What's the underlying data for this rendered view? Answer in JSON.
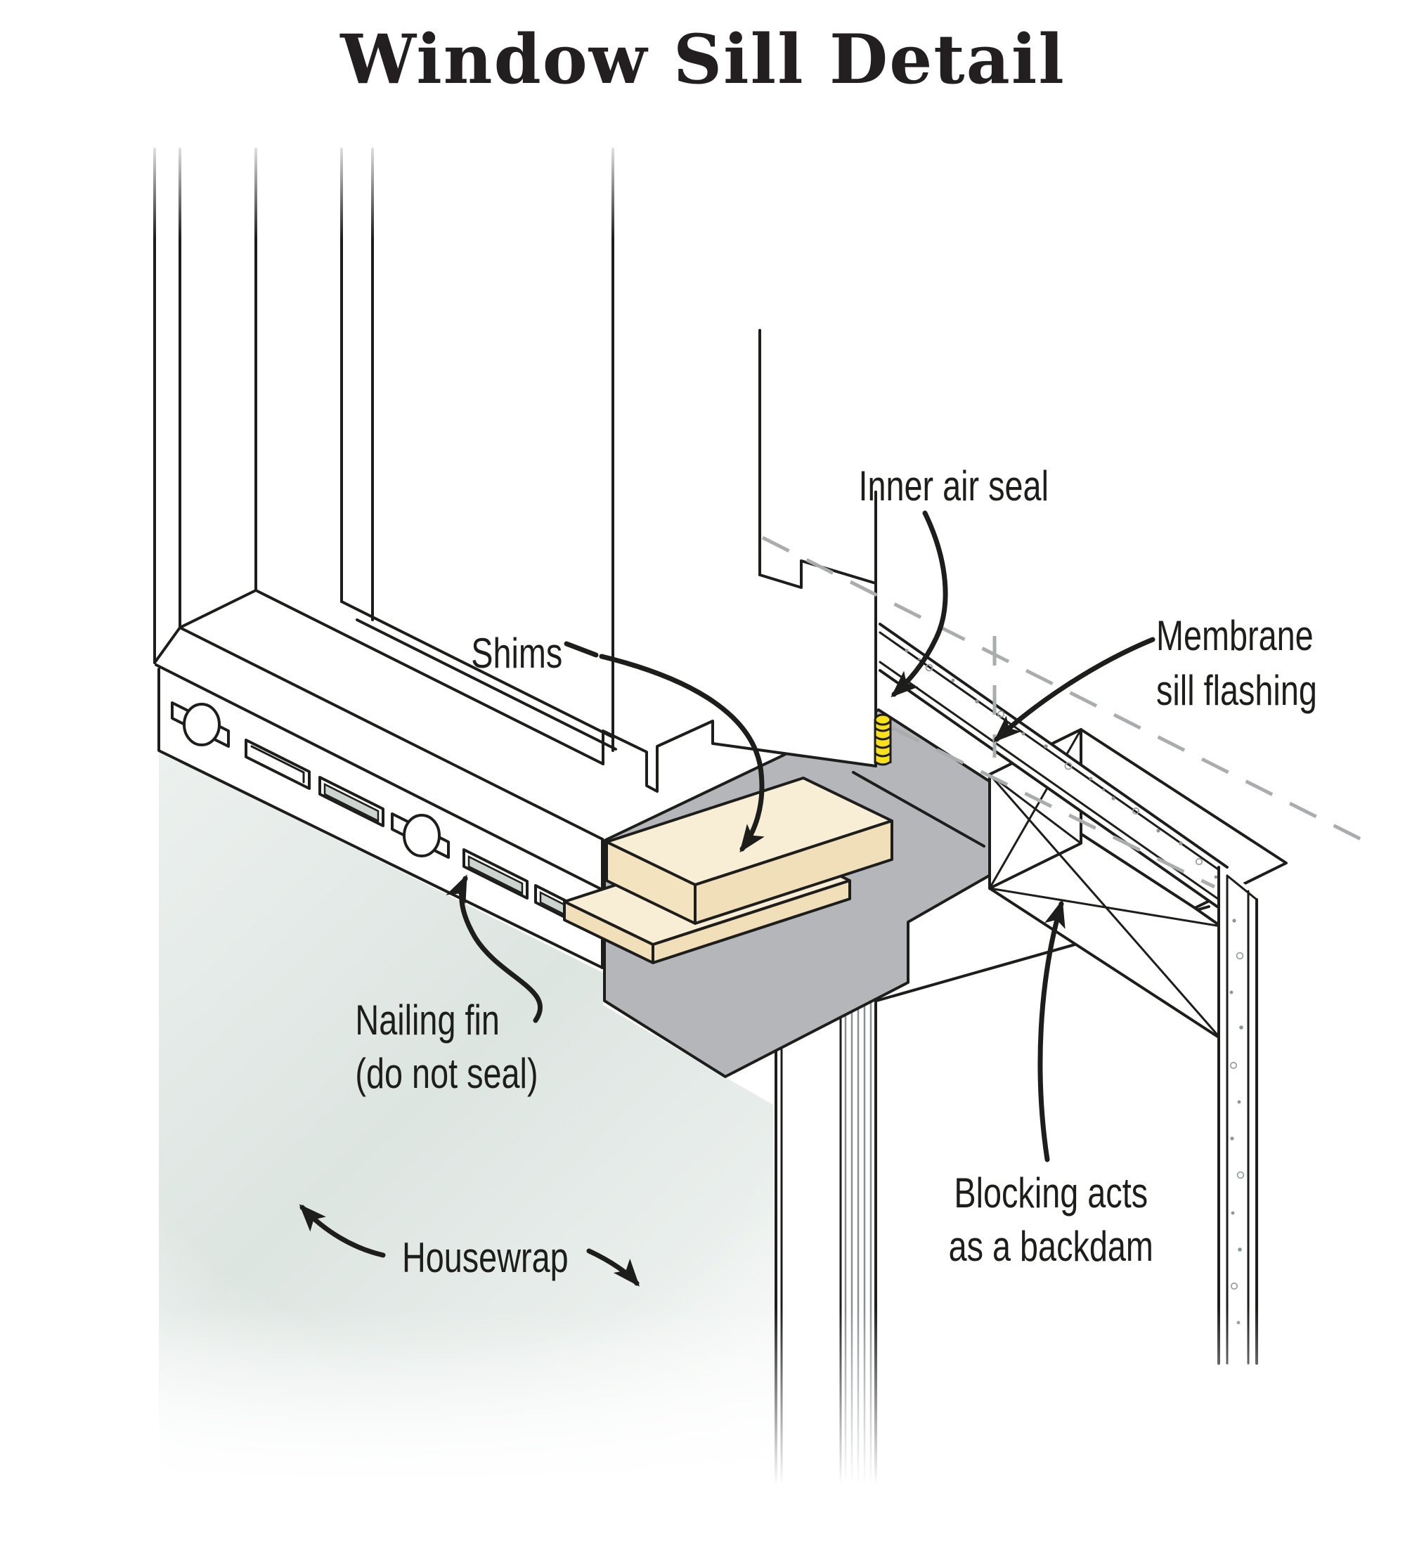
{
  "title": "Window Sill Detail",
  "labels": {
    "inner_air_seal": "Inner air seal",
    "shims": "Shims",
    "membrane_line1": "Membrane",
    "membrane_line2": "sill flashing",
    "nailing_fin_line1": "Nailing fin",
    "nailing_fin_line2": "(do not seal)",
    "blocking_line1": "Blocking acts",
    "blocking_line2": "as a backdam",
    "housewrap": "Housewrap"
  },
  "colors": {
    "line": "#1d1d1b",
    "membrane_gray": "#b4b6b9",
    "shim_top": "#f8eed6",
    "shim_side": "#f1dfb9",
    "caulk_yellow": "#f8e117",
    "housewrap_tint": "#dde5e1",
    "hidden_edge_dash": "#a9adad",
    "stipple": "#8d9599"
  }
}
